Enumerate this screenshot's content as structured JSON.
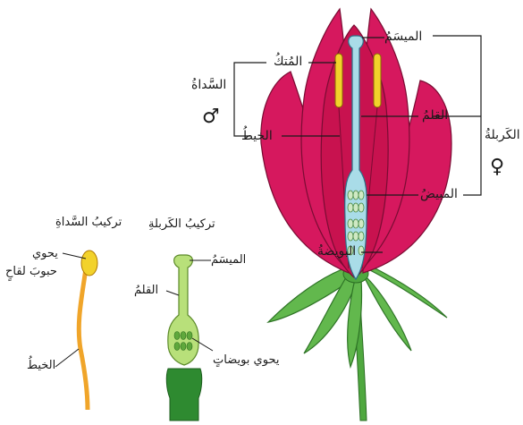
{
  "main_flower": {
    "stigma": "الميسَمُ",
    "anther": "المُتكُ",
    "filament": "الخيطُ",
    "stamen": "السَّداةُ",
    "style": "القلمُ",
    "pistil": "الكَربلةُ",
    "ovary": "المبيضُ",
    "ovule": "البويضةُ",
    "male_symbol": "♂",
    "female_symbol": "♀"
  },
  "stamen_structure": {
    "title": "تركيبُ السَّداةِ",
    "contains": "يحوي",
    "pollen": "حبوبَ لقاحٍ",
    "filament": "الخيطُ"
  },
  "pistil_structure": {
    "title": "تركيبُ الكَربلةِ",
    "stigma": "الميسَمُ",
    "style": "القلمُ",
    "contains_ovules": "يحوي بويضاتٍ"
  },
  "colors": {
    "petal": "#d6185e",
    "petal_outline": "#7a0c33",
    "pistil": "#a9dce8",
    "anther": "#f2d22b",
    "sepal": "#5fb64a",
    "stem": "#4fa83f",
    "small_pistil": "#b8e07a",
    "stamen_filament": "#f0a52a"
  }
}
